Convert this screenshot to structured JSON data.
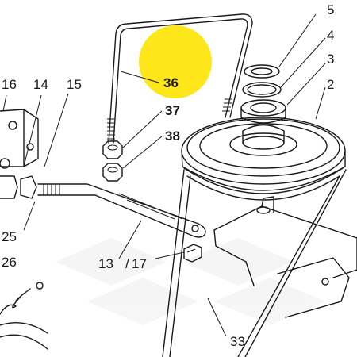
{
  "callouts": {
    "c5": "5",
    "c4": "4",
    "c3": "3",
    "c2": "2",
    "c16": "16",
    "c14": "14",
    "c15": "15",
    "c36": "36",
    "c37": "37",
    "c38": "38",
    "c25": "25",
    "c26": "26",
    "c13": "13",
    "c17": "17",
    "c33": "33"
  },
  "highlight": {
    "label": "36",
    "color": "#fde61a"
  },
  "colors": {
    "line": "#1a1a1a",
    "watermark": "#eeeeee",
    "background": "#ffffff"
  }
}
